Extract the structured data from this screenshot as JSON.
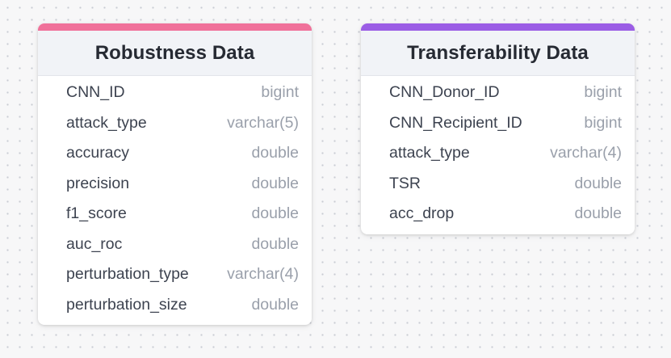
{
  "tables": [
    {
      "name": "Robustness Data",
      "accent_color": "#f0719a",
      "fields": [
        {
          "name": "CNN_ID",
          "type": "bigint"
        },
        {
          "name": "attack_type",
          "type": "varchar(5)"
        },
        {
          "name": "accuracy",
          "type": "double"
        },
        {
          "name": "precision",
          "type": "double"
        },
        {
          "name": "f1_score",
          "type": "double"
        },
        {
          "name": "auc_roc",
          "type": "double"
        },
        {
          "name": "perturbation_type",
          "type": "varchar(4)"
        },
        {
          "name": "perturbation_size",
          "type": "double"
        }
      ]
    },
    {
      "name": "Transferability Data",
      "accent_color": "#9b5de5",
      "fields": [
        {
          "name": "CNN_Donor_ID",
          "type": "bigint"
        },
        {
          "name": "CNN_Recipient_ID",
          "type": "bigint"
        },
        {
          "name": "attack_type",
          "type": "varchar(4)"
        },
        {
          "name": "TSR",
          "type": "double"
        },
        {
          "name": "acc_drop",
          "type": "double"
        }
      ]
    }
  ]
}
